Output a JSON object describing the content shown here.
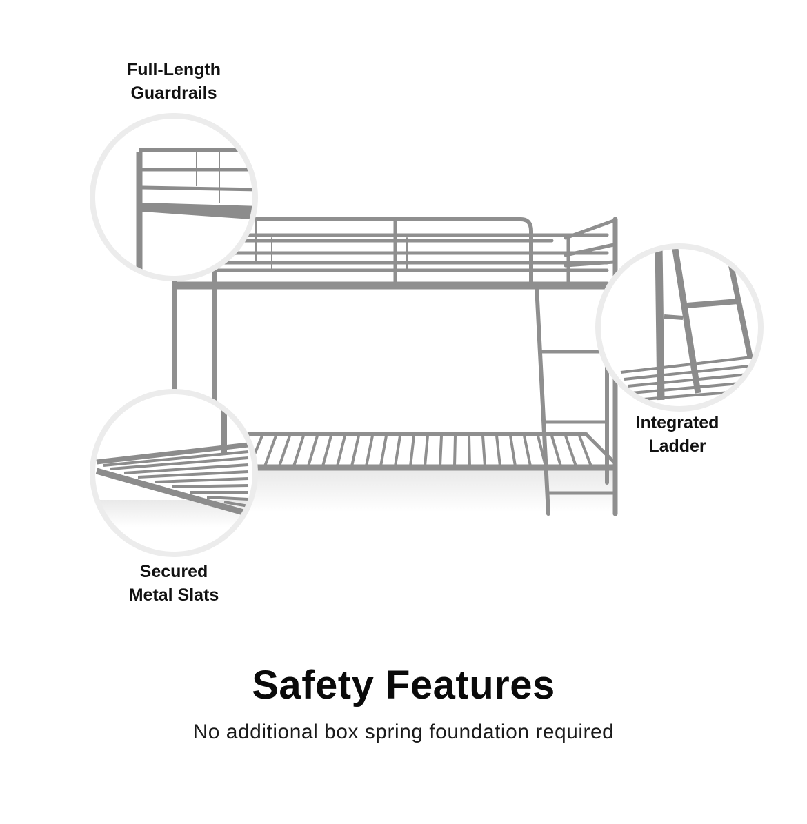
{
  "product_image": {
    "subject": "twin metal bunk bed, silver/gray finish",
    "metal_color": "#8c8c8c",
    "callout_ring_color": "#ececec"
  },
  "callouts": [
    {
      "id": "guardrails",
      "line1": "Full-Length",
      "line2": "Guardrails"
    },
    {
      "id": "ladder",
      "line1": "Integrated",
      "line2": "Ladder"
    },
    {
      "id": "slats",
      "line1": "Secured",
      "line2": "Metal Slats"
    }
  ],
  "heading": {
    "title": "Safety Features",
    "subtitle": "No additional box spring foundation required"
  }
}
